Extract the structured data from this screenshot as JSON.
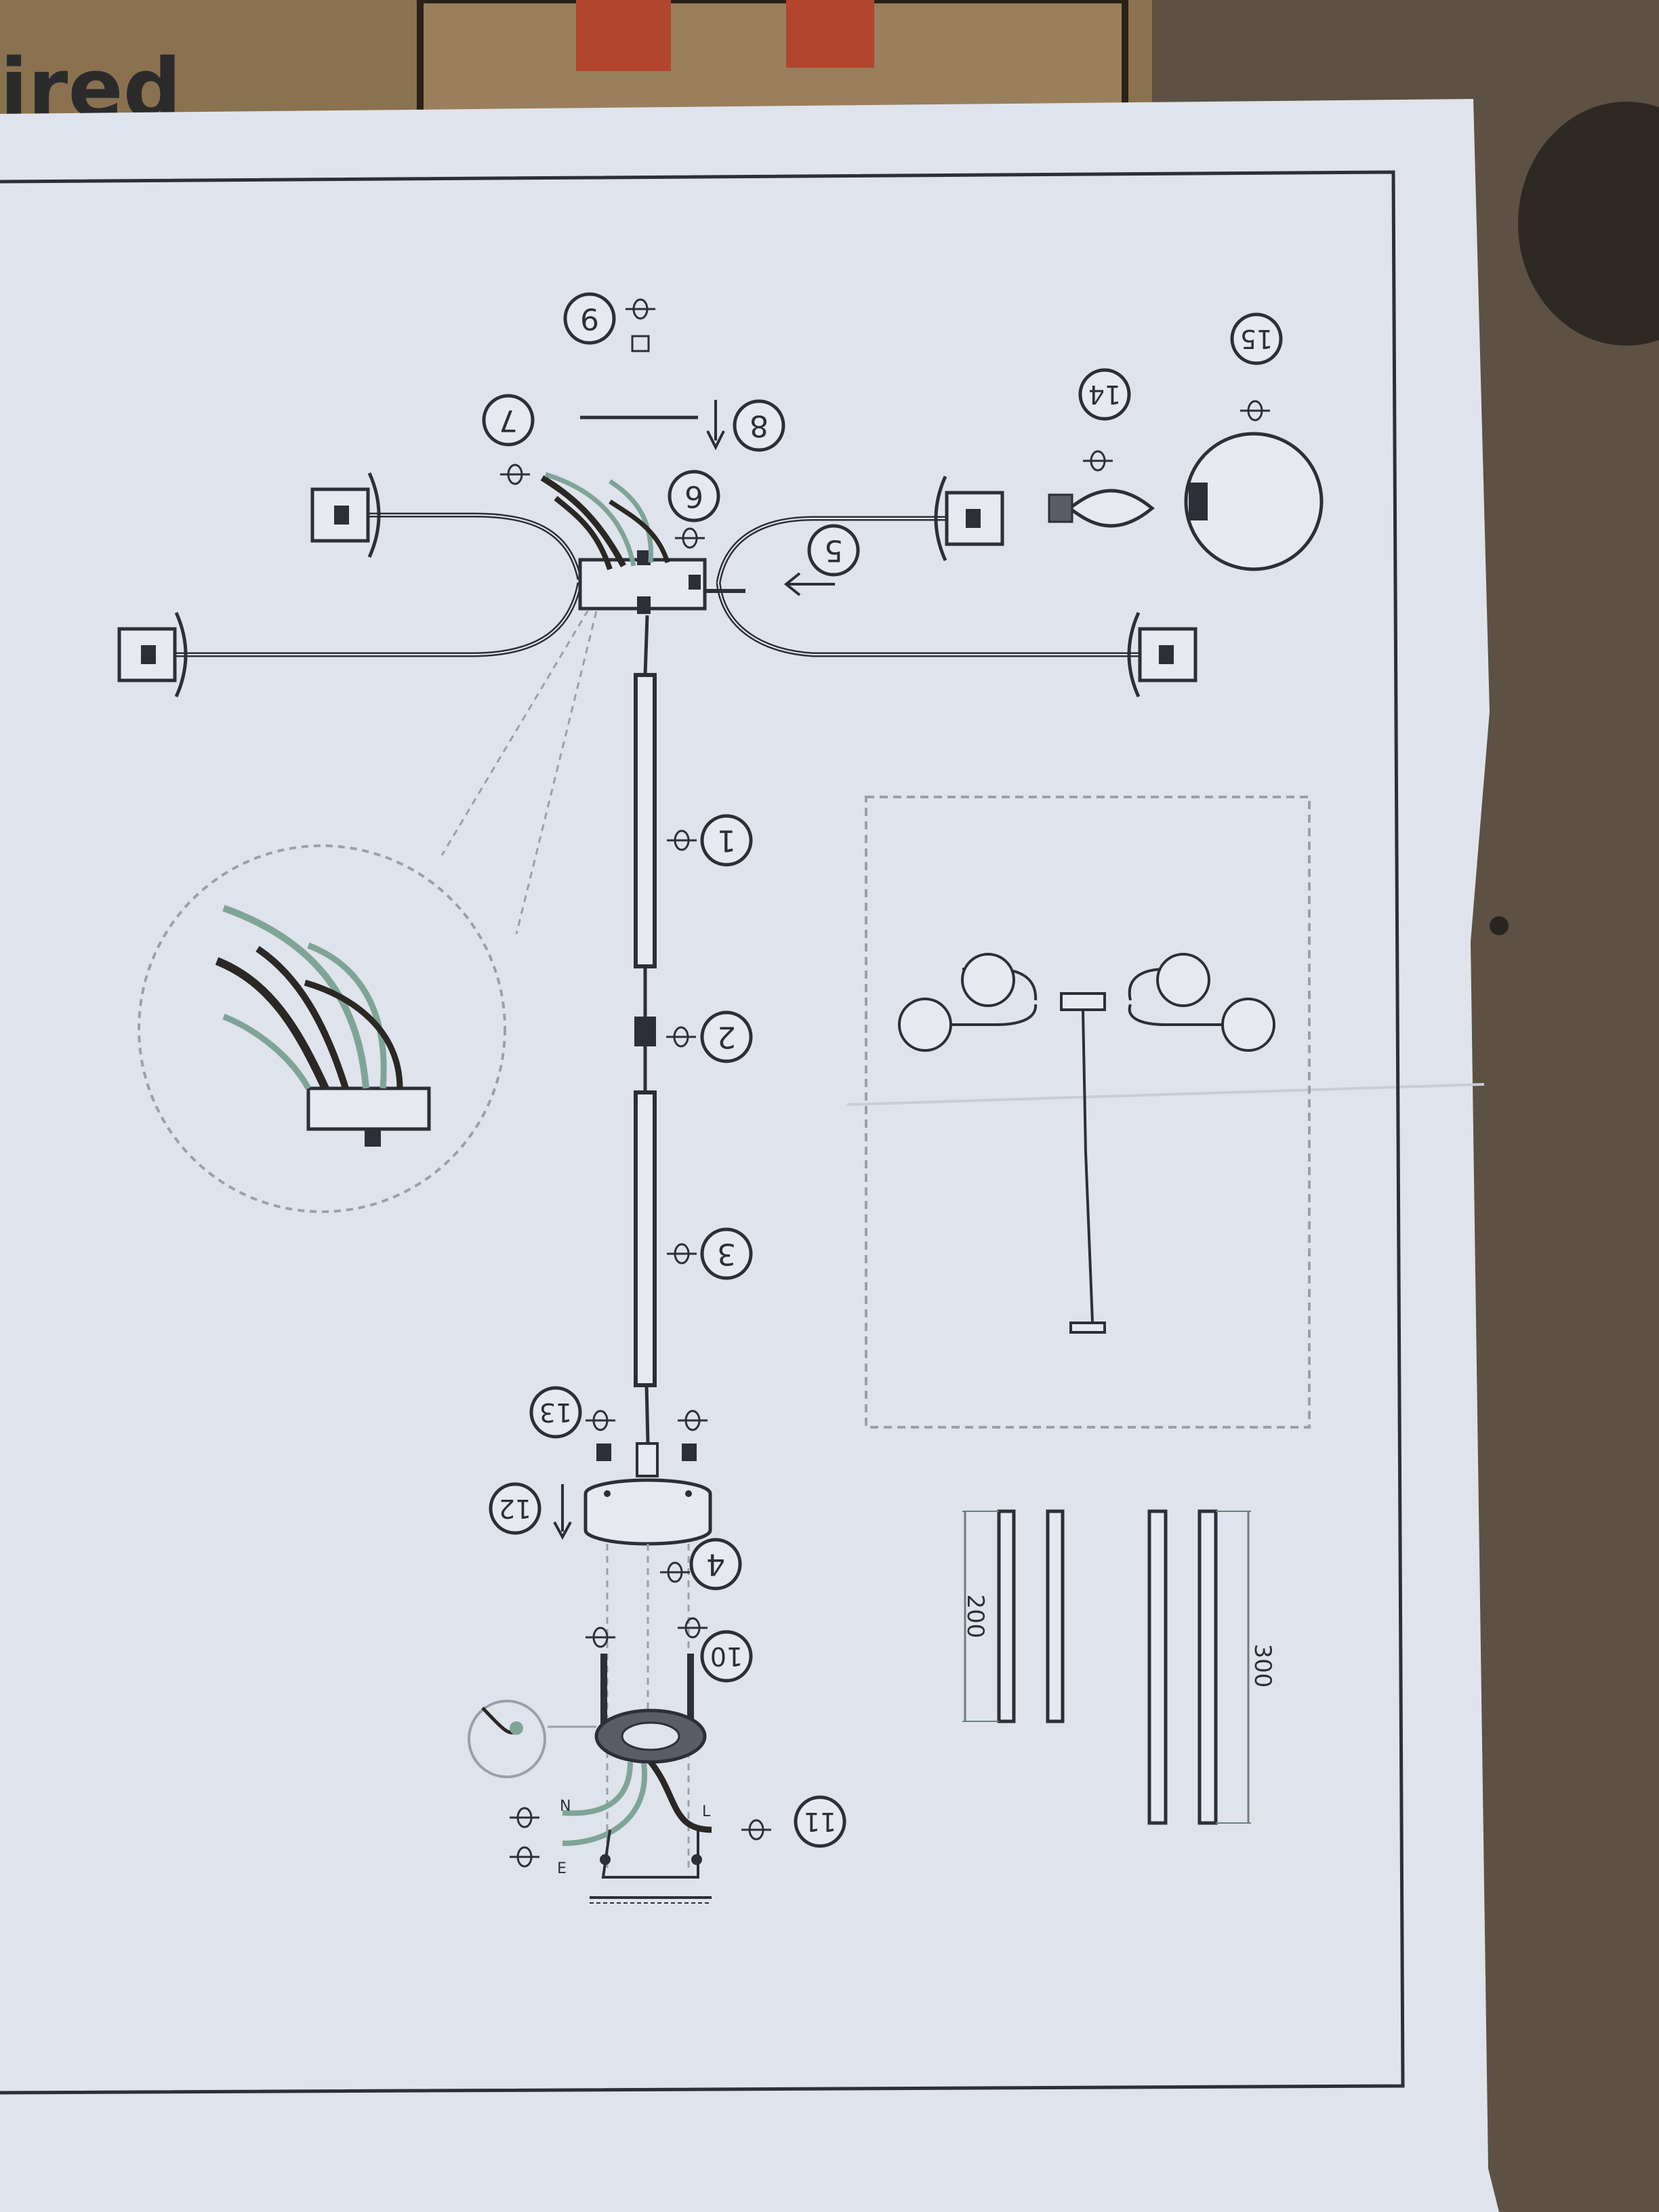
{
  "background": {
    "box_text": "ired",
    "colors": {
      "floor": "#5d5143",
      "box": "#8a7150",
      "box_red": "#b2452e",
      "paper": "#dfe3ec",
      "ink": "#2c2f36",
      "cable_dark": "#2a2724",
      "cable_green": "#7fa497"
    }
  },
  "callouts": [
    {
      "id": "part-1",
      "label": "1"
    },
    {
      "id": "part-2",
      "label": "2"
    },
    {
      "id": "part-3",
      "label": "3"
    },
    {
      "id": "part-4",
      "label": "4"
    },
    {
      "id": "part-5",
      "label": "5"
    },
    {
      "id": "part-6",
      "label": "6"
    },
    {
      "id": "part-7",
      "label": "7"
    },
    {
      "id": "part-8",
      "label": "8"
    },
    {
      "id": "part-9",
      "label": "9"
    },
    {
      "id": "part-10",
      "label": "10"
    },
    {
      "id": "part-11",
      "label": "11"
    },
    {
      "id": "part-12",
      "label": "12"
    },
    {
      "id": "part-13",
      "label": "13"
    },
    {
      "id": "part-14",
      "label": "14"
    },
    {
      "id": "part-15",
      "label": "15"
    }
  ],
  "wires": {
    "neutral": "N",
    "live": "L",
    "earth": "E"
  },
  "rods": {
    "short_length": "200",
    "long_length": "300"
  }
}
